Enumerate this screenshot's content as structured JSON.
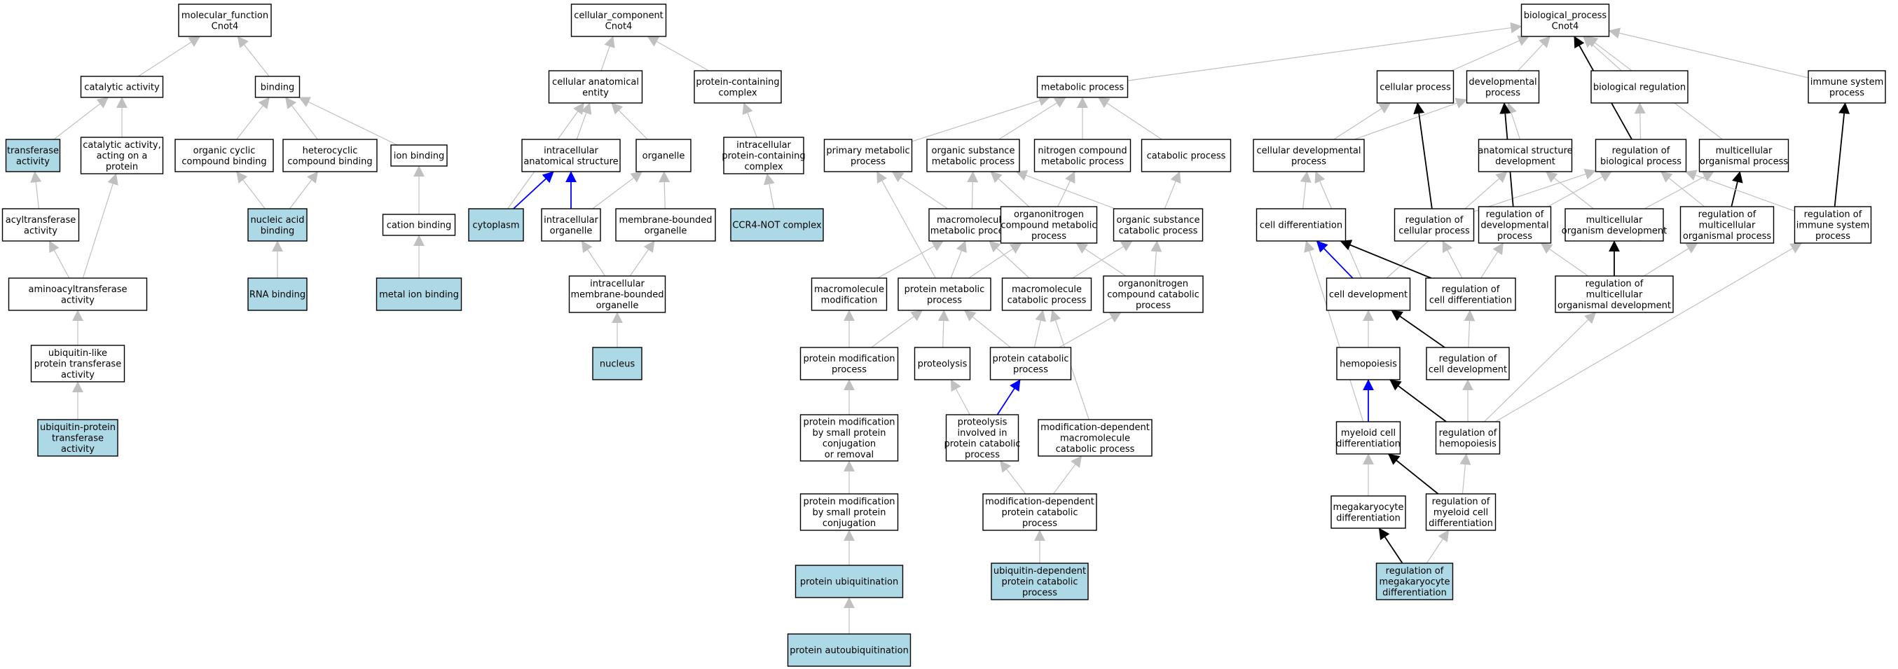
{
  "colors": {
    "annotated_fill": "#add8e6",
    "plain_fill": "#ffffff",
    "edge_is_a": "#c0c0c0",
    "edge_part_of": "#0000ff",
    "edge_regulates": "#000000"
  },
  "nodes": [
    {
      "id": "mf",
      "lines": [
        "molecular_function",
        "Cnot4"
      ],
      "annotated": false
    },
    {
      "id": "catalytic",
      "lines": [
        "catalytic activity"
      ],
      "annotated": false
    },
    {
      "id": "binding",
      "lines": [
        "binding"
      ],
      "annotated": false
    },
    {
      "id": "transferase",
      "lines": [
        "transferase",
        "activity"
      ],
      "annotated": true
    },
    {
      "id": "cat_protein",
      "lines": [
        "catalytic activity,",
        "acting on a",
        "protein"
      ],
      "annotated": false
    },
    {
      "id": "ocyclic",
      "lines": [
        "organic cyclic",
        "compound binding"
      ],
      "annotated": false
    },
    {
      "id": "hetero",
      "lines": [
        "heterocyclic",
        "compound binding"
      ],
      "annotated": false
    },
    {
      "id": "ionbind",
      "lines": [
        "ion binding"
      ],
      "annotated": false
    },
    {
      "id": "acyltrans",
      "lines": [
        "acyltransferase",
        "activity"
      ],
      "annotated": false
    },
    {
      "id": "nucacid",
      "lines": [
        "nucleic acid",
        "binding"
      ],
      "annotated": true
    },
    {
      "id": "cationbind",
      "lines": [
        "cation binding"
      ],
      "annotated": false
    },
    {
      "id": "aminoacyl",
      "lines": [
        "aminoacyltransferase",
        "activity"
      ],
      "annotated": false
    },
    {
      "id": "rnabind",
      "lines": [
        "RNA binding"
      ],
      "annotated": true
    },
    {
      "id": "metalbind",
      "lines": [
        "metal ion binding"
      ],
      "annotated": true
    },
    {
      "id": "ubiqlike",
      "lines": [
        "ubiquitin-like",
        "protein transferase",
        "activity"
      ],
      "annotated": false
    },
    {
      "id": "ubiqprot",
      "lines": [
        "ubiquitin-protein",
        "transferase",
        "activity"
      ],
      "annotated": true
    },
    {
      "id": "cc",
      "lines": [
        "cellular_component",
        "Cnot4"
      ],
      "annotated": false
    },
    {
      "id": "cae",
      "lines": [
        "cellular anatomical",
        "entity"
      ],
      "annotated": false
    },
    {
      "id": "pcc",
      "lines": [
        "protein-containing",
        "complex"
      ],
      "annotated": false
    },
    {
      "id": "ias",
      "lines": [
        "intracellular",
        "anatomical structure"
      ],
      "annotated": false
    },
    {
      "id": "organelle",
      "lines": [
        "organelle"
      ],
      "annotated": false
    },
    {
      "id": "ipcc",
      "lines": [
        "intracellular",
        "protein-containing",
        "complex"
      ],
      "annotated": false
    },
    {
      "id": "cytoplasm",
      "lines": [
        "cytoplasm"
      ],
      "annotated": true
    },
    {
      "id": "iorg",
      "lines": [
        "intracellular",
        "organelle"
      ],
      "annotated": false
    },
    {
      "id": "mbo",
      "lines": [
        "membrane-bounded",
        "organelle"
      ],
      "annotated": false
    },
    {
      "id": "ccr4",
      "lines": [
        "CCR4-NOT complex"
      ],
      "annotated": true
    },
    {
      "id": "imbo",
      "lines": [
        "intracellular",
        "membrane-bounded",
        "organelle"
      ],
      "annotated": false
    },
    {
      "id": "nucleus",
      "lines": [
        "nucleus"
      ],
      "annotated": true
    },
    {
      "id": "bp",
      "lines": [
        "biological_process",
        "Cnot4"
      ],
      "annotated": false
    },
    {
      "id": "metab",
      "lines": [
        "metabolic process"
      ],
      "annotated": false
    },
    {
      "id": "cellproc",
      "lines": [
        "cellular process"
      ],
      "annotated": false
    },
    {
      "id": "devproc",
      "lines": [
        "developmental",
        "process"
      ],
      "annotated": false
    },
    {
      "id": "bioreg",
      "lines": [
        "biological regulation"
      ],
      "annotated": false
    },
    {
      "id": "immune",
      "lines": [
        "immune system",
        "process"
      ],
      "annotated": false
    },
    {
      "id": "primmet",
      "lines": [
        "primary metabolic",
        "process"
      ],
      "annotated": false
    },
    {
      "id": "osmet",
      "lines": [
        "organic substance",
        "metabolic process"
      ],
      "annotated": false
    },
    {
      "id": "ncmet",
      "lines": [
        "nitrogen compound",
        "metabolic process"
      ],
      "annotated": false
    },
    {
      "id": "catab",
      "lines": [
        "catabolic process"
      ],
      "annotated": false
    },
    {
      "id": "celldevproc",
      "lines": [
        "cellular developmental",
        "process"
      ],
      "annotated": false
    },
    {
      "id": "asdev",
      "lines": [
        "anatomical structure",
        "development"
      ],
      "annotated": false
    },
    {
      "id": "regbio",
      "lines": [
        "regulation of",
        "biological process"
      ],
      "annotated": false
    },
    {
      "id": "multiorg",
      "lines": [
        "multicellular",
        "organismal process"
      ],
      "annotated": false
    },
    {
      "id": "macmet",
      "lines": [
        "macromolecule",
        "metabolic process"
      ],
      "annotated": false
    },
    {
      "id": "orgnitmet",
      "lines": [
        "organonitrogen",
        "compound metabolic",
        "process"
      ],
      "annotated": false
    },
    {
      "id": "oscat",
      "lines": [
        "organic substance",
        "catabolic process"
      ],
      "annotated": false
    },
    {
      "id": "celldiff",
      "lines": [
        "cell differentiation"
      ],
      "annotated": false
    },
    {
      "id": "regcell",
      "lines": [
        "regulation of",
        "cellular process"
      ],
      "annotated": false
    },
    {
      "id": "regdev",
      "lines": [
        "regulation of",
        "developmental",
        "process"
      ],
      "annotated": false
    },
    {
      "id": "multidev",
      "lines": [
        "multicellular",
        "organism development"
      ],
      "annotated": false
    },
    {
      "id": "regmultiproc",
      "lines": [
        "regulation of",
        "multicellular",
        "organismal process"
      ],
      "annotated": false
    },
    {
      "id": "regimmune",
      "lines": [
        "regulation of",
        "immune system",
        "process"
      ],
      "annotated": false
    },
    {
      "id": "macmod",
      "lines": [
        "macromolecule",
        "modification"
      ],
      "annotated": false
    },
    {
      "id": "protmet",
      "lines": [
        "protein metabolic",
        "process"
      ],
      "annotated": false
    },
    {
      "id": "maccat",
      "lines": [
        "macromolecule",
        "catabolic process"
      ],
      "annotated": false
    },
    {
      "id": "orgnitcat",
      "lines": [
        "organonitrogen",
        "compound catabolic",
        "process"
      ],
      "annotated": false
    },
    {
      "id": "celldev",
      "lines": [
        "cell development"
      ],
      "annotated": false
    },
    {
      "id": "regcelldiff",
      "lines": [
        "regulation of",
        "cell differentiation"
      ],
      "annotated": false
    },
    {
      "id": "regmultidev",
      "lines": [
        "regulation of",
        "multicellular",
        "organismal development"
      ],
      "annotated": false
    },
    {
      "id": "protmod",
      "lines": [
        "protein modification",
        "process"
      ],
      "annotated": false
    },
    {
      "id": "proteolysis",
      "lines": [
        "proteolysis"
      ],
      "annotated": false
    },
    {
      "id": "protcat",
      "lines": [
        "protein catabolic",
        "process"
      ],
      "annotated": false
    },
    {
      "id": "hemo",
      "lines": [
        "hemopoiesis"
      ],
      "annotated": false
    },
    {
      "id": "regcelldev",
      "lines": [
        "regulation of",
        "cell development"
      ],
      "annotated": false
    },
    {
      "id": "protmodsmall",
      "lines": [
        "protein modification",
        "by small protein",
        "conjugation",
        "or removal"
      ],
      "annotated": false
    },
    {
      "id": "protinv",
      "lines": [
        "proteolysis",
        "involved in",
        "protein catabolic",
        "process"
      ],
      "annotated": false
    },
    {
      "id": "moddepmac",
      "lines": [
        "modification-dependent",
        "macromolecule",
        "catabolic process"
      ],
      "annotated": false
    },
    {
      "id": "myeloid",
      "lines": [
        "myeloid cell",
        "differentiation"
      ],
      "annotated": false
    },
    {
      "id": "reghemo",
      "lines": [
        "regulation of",
        "hemopoiesis"
      ],
      "annotated": false
    },
    {
      "id": "protmodconj",
      "lines": [
        "protein modification",
        "by small protein",
        "conjugation"
      ],
      "annotated": false
    },
    {
      "id": "moddepprot",
      "lines": [
        "modification-dependent",
        "protein catabolic",
        "process"
      ],
      "annotated": false
    },
    {
      "id": "megadiff",
      "lines": [
        "megakaryocyte",
        "differentiation"
      ],
      "annotated": false
    },
    {
      "id": "regmyeloid",
      "lines": [
        "regulation of",
        "myeloid cell",
        "differentiation"
      ],
      "annotated": false
    },
    {
      "id": "protubiq",
      "lines": [
        "protein ubiquitination"
      ],
      "annotated": true
    },
    {
      "id": "ubiqdep",
      "lines": [
        "ubiquitin-dependent",
        "protein catabolic",
        "process"
      ],
      "annotated": true
    },
    {
      "id": "regmega",
      "lines": [
        "regulation of",
        "megakaryocyte",
        "differentiation"
      ],
      "annotated": true
    },
    {
      "id": "protautoubiq",
      "lines": [
        "protein autoubiquitination"
      ],
      "annotated": true
    }
  ],
  "edges": [
    {
      "from": "catalytic",
      "to": "mf",
      "type": "is_a"
    },
    {
      "from": "binding",
      "to": "mf",
      "type": "is_a"
    },
    {
      "from": "transferase",
      "to": "catalytic",
      "type": "is_a"
    },
    {
      "from": "cat_protein",
      "to": "catalytic",
      "type": "is_a"
    },
    {
      "from": "ocyclic",
      "to": "binding",
      "type": "is_a"
    },
    {
      "from": "hetero",
      "to": "binding",
      "type": "is_a"
    },
    {
      "from": "ionbind",
      "to": "binding",
      "type": "is_a"
    },
    {
      "from": "acyltrans",
      "to": "transferase",
      "type": "is_a"
    },
    {
      "from": "aminoacyl",
      "to": "acyltrans",
      "type": "is_a"
    },
    {
      "from": "aminoacyl",
      "to": "cat_protein",
      "type": "is_a"
    },
    {
      "from": "nucacid",
      "to": "ocyclic",
      "type": "is_a"
    },
    {
      "from": "nucacid",
      "to": "hetero",
      "type": "is_a"
    },
    {
      "from": "cationbind",
      "to": "ionbind",
      "type": "is_a"
    },
    {
      "from": "rnabind",
      "to": "nucacid",
      "type": "is_a"
    },
    {
      "from": "metalbind",
      "to": "cationbind",
      "type": "is_a"
    },
    {
      "from": "ubiqlike",
      "to": "aminoacyl",
      "type": "is_a"
    },
    {
      "from": "ubiqprot",
      "to": "ubiqlike",
      "type": "is_a"
    },
    {
      "from": "cae",
      "to": "cc",
      "type": "is_a"
    },
    {
      "from": "pcc",
      "to": "cc",
      "type": "is_a"
    },
    {
      "from": "ias",
      "to": "cae",
      "type": "is_a"
    },
    {
      "from": "organelle",
      "to": "cae",
      "type": "is_a"
    },
    {
      "from": "ipcc",
      "to": "pcc",
      "type": "is_a"
    },
    {
      "from": "cytoplasm",
      "to": "cae",
      "type": "is_a"
    },
    {
      "from": "cytoplasm",
      "to": "ias",
      "type": "part_of"
    },
    {
      "from": "iorg",
      "to": "ias",
      "type": "part_of"
    },
    {
      "from": "iorg",
      "to": "organelle",
      "type": "is_a"
    },
    {
      "from": "mbo",
      "to": "organelle",
      "type": "is_a"
    },
    {
      "from": "ccr4",
      "to": "ipcc",
      "type": "is_a"
    },
    {
      "from": "imbo",
      "to": "iorg",
      "type": "is_a"
    },
    {
      "from": "imbo",
      "to": "mbo",
      "type": "is_a"
    },
    {
      "from": "nucleus",
      "to": "imbo",
      "type": "is_a"
    },
    {
      "from": "metab",
      "to": "bp",
      "type": "is_a"
    },
    {
      "from": "cellproc",
      "to": "bp",
      "type": "is_a"
    },
    {
      "from": "devproc",
      "to": "bp",
      "type": "is_a"
    },
    {
      "from": "bioreg",
      "to": "bp",
      "type": "is_a"
    },
    {
      "from": "immune",
      "to": "bp",
      "type": "is_a"
    },
    {
      "from": "primmet",
      "to": "metab",
      "type": "is_a"
    },
    {
      "from": "osmet",
      "to": "metab",
      "type": "is_a"
    },
    {
      "from": "ncmet",
      "to": "metab",
      "type": "is_a"
    },
    {
      "from": "catab",
      "to": "metab",
      "type": "is_a"
    },
    {
      "from": "celldevproc",
      "to": "cellproc",
      "type": "is_a"
    },
    {
      "from": "celldevproc",
      "to": "devproc",
      "type": "is_a"
    },
    {
      "from": "asdev",
      "to": "devproc",
      "type": "is_a"
    },
    {
      "from": "regbio",
      "to": "bp",
      "type": "regulates"
    },
    {
      "from": "regbio",
      "to": "bioreg",
      "type": "is_a"
    },
    {
      "from": "multiorg",
      "to": "bp",
      "type": "is_a"
    },
    {
      "from": "macmet",
      "to": "primmet",
      "type": "is_a"
    },
    {
      "from": "macmet",
      "to": "osmet",
      "type": "is_a"
    },
    {
      "from": "orgnitmet",
      "to": "osmet",
      "type": "is_a"
    },
    {
      "from": "orgnitmet",
      "to": "ncmet",
      "type": "is_a"
    },
    {
      "from": "oscat",
      "to": "osmet",
      "type": "is_a"
    },
    {
      "from": "oscat",
      "to": "catab",
      "type": "is_a"
    },
    {
      "from": "celldiff",
      "to": "celldevproc",
      "type": "is_a"
    },
    {
      "from": "regcell",
      "to": "cellproc",
      "type": "regulates"
    },
    {
      "from": "regcell",
      "to": "regbio",
      "type": "is_a"
    },
    {
      "from": "regdev",
      "to": "devproc",
      "type": "regulates"
    },
    {
      "from": "regdev",
      "to": "regbio",
      "type": "is_a"
    },
    {
      "from": "multidev",
      "to": "asdev",
      "type": "is_a"
    },
    {
      "from": "multidev",
      "to": "multiorg",
      "type": "is_a"
    },
    {
      "from": "regmultiproc",
      "to": "multiorg",
      "type": "regulates"
    },
    {
      "from": "regmultiproc",
      "to": "regbio",
      "type": "is_a"
    },
    {
      "from": "regimmune",
      "to": "immune",
      "type": "regulates"
    },
    {
      "from": "regimmune",
      "to": "regbio",
      "type": "is_a"
    },
    {
      "from": "macmod",
      "to": "macmet",
      "type": "is_a"
    },
    {
      "from": "protmet",
      "to": "primmet",
      "type": "is_a"
    },
    {
      "from": "protmet",
      "to": "macmet",
      "type": "is_a"
    },
    {
      "from": "protmet",
      "to": "orgnitmet",
      "type": "is_a"
    },
    {
      "from": "maccat",
      "to": "macmet",
      "type": "is_a"
    },
    {
      "from": "maccat",
      "to": "oscat",
      "type": "is_a"
    },
    {
      "from": "orgnitcat",
      "to": "orgnitmet",
      "type": "is_a"
    },
    {
      "from": "orgnitcat",
      "to": "oscat",
      "type": "is_a"
    },
    {
      "from": "celldev",
      "to": "celldevproc",
      "type": "is_a"
    },
    {
      "from": "celldev",
      "to": "celldiff",
      "type": "part_of"
    },
    {
      "from": "celldev",
      "to": "asdev",
      "type": "is_a"
    },
    {
      "from": "regcelldiff",
      "to": "celldiff",
      "type": "regulates"
    },
    {
      "from": "regcelldiff",
      "to": "regcell",
      "type": "is_a"
    },
    {
      "from": "regcelldiff",
      "to": "regdev",
      "type": "is_a"
    },
    {
      "from": "regmultidev",
      "to": "multidev",
      "type": "regulates"
    },
    {
      "from": "regmultidev",
      "to": "regdev",
      "type": "is_a"
    },
    {
      "from": "regmultidev",
      "to": "regmultiproc",
      "type": "is_a"
    },
    {
      "from": "protmod",
      "to": "macmod",
      "type": "is_a"
    },
    {
      "from": "protmod",
      "to": "protmet",
      "type": "is_a"
    },
    {
      "from": "proteolysis",
      "to": "protmet",
      "type": "is_a"
    },
    {
      "from": "protcat",
      "to": "protmet",
      "type": "is_a"
    },
    {
      "from": "protcat",
      "to": "maccat",
      "type": "is_a"
    },
    {
      "from": "protcat",
      "to": "orgnitcat",
      "type": "is_a"
    },
    {
      "from": "hemo",
      "to": "celldev",
      "type": "is_a"
    },
    {
      "from": "regcelldev",
      "to": "celldev",
      "type": "regulates"
    },
    {
      "from": "regcelldev",
      "to": "regcelldiff",
      "type": "is_a"
    },
    {
      "from": "protmodsmall",
      "to": "protmod",
      "type": "is_a"
    },
    {
      "from": "protinv",
      "to": "proteolysis",
      "type": "is_a"
    },
    {
      "from": "protinv",
      "to": "protcat",
      "type": "part_of"
    },
    {
      "from": "moddepmac",
      "to": "maccat",
      "type": "is_a"
    },
    {
      "from": "myeloid",
      "to": "hemo",
      "type": "part_of"
    },
    {
      "from": "myeloid",
      "to": "celldiff",
      "type": "is_a"
    },
    {
      "from": "reghemo",
      "to": "hemo",
      "type": "regulates"
    },
    {
      "from": "reghemo",
      "to": "regcelldev",
      "type": "is_a"
    },
    {
      "from": "reghemo",
      "to": "regmultidev",
      "type": "is_a"
    },
    {
      "from": "reghemo",
      "to": "regimmune",
      "type": "is_a"
    },
    {
      "from": "protmodconj",
      "to": "protmodsmall",
      "type": "is_a"
    },
    {
      "from": "moddepprot",
      "to": "protinv",
      "type": "is_a"
    },
    {
      "from": "moddepprot",
      "to": "moddepmac",
      "type": "is_a"
    },
    {
      "from": "megadiff",
      "to": "myeloid",
      "type": "is_a"
    },
    {
      "from": "regmyeloid",
      "to": "myeloid",
      "type": "regulates"
    },
    {
      "from": "regmyeloid",
      "to": "reghemo",
      "type": "is_a"
    },
    {
      "from": "protubiq",
      "to": "protmodconj",
      "type": "is_a"
    },
    {
      "from": "ubiqdep",
      "to": "moddepprot",
      "type": "is_a"
    },
    {
      "from": "regmega",
      "to": "megadiff",
      "type": "regulates"
    },
    {
      "from": "regmega",
      "to": "regmyeloid",
      "type": "is_a"
    },
    {
      "from": "protautoubiq",
      "to": "protubiq",
      "type": "is_a"
    }
  ]
}
